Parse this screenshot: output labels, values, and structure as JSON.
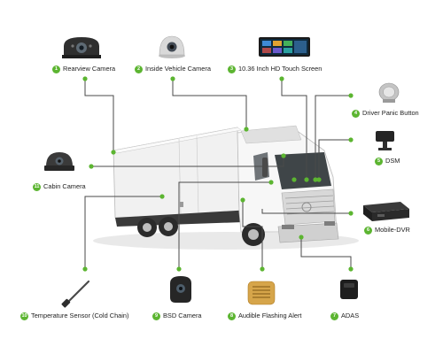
{
  "accent_color": "#5cb531",
  "line_color": "#4a4a4a",
  "components": [
    {
      "num": "1",
      "label": "Rearview Camera",
      "icon": "rearview-camera-icon"
    },
    {
      "num": "2",
      "label": "Inside Vehicle Camera",
      "icon": "dome-camera-icon"
    },
    {
      "num": "3",
      "label": "10.36 Inch HD Touch Screen",
      "icon": "touch-screen-icon"
    },
    {
      "num": "4",
      "label": "Driver Panic Button",
      "icon": "panic-button-icon"
    },
    {
      "num": "5",
      "label": "DSM",
      "icon": "dsm-camera-icon"
    },
    {
      "num": "6",
      "label": "Mobile-DVR",
      "icon": "mobile-dvr-icon"
    },
    {
      "num": "7",
      "label": "ADAS",
      "icon": "adas-camera-icon"
    },
    {
      "num": "8",
      "label": "Audible Flashing Alert",
      "icon": "audible-alert-icon"
    },
    {
      "num": "9",
      "label": "BSD Camera",
      "icon": "bsd-camera-icon"
    },
    {
      "num": "10",
      "label": "Temperature Sensor (Cold Chain)",
      "icon": "temperature-sensor-icon"
    },
    {
      "num": "11",
      "label": "Cabin Camera",
      "icon": "cabin-camera-icon"
    }
  ]
}
